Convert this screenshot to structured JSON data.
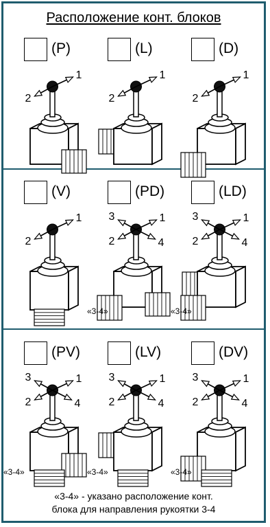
{
  "title": "Расположение конт. блоков",
  "config_label": "«3-4»",
  "footer": {
    "line1": "«3-4» - указано расположение конт.",
    "line2": "блока для направления рукоятки 3-4"
  },
  "rows": [
    {
      "items": [
        {
          "code": "(P)",
          "checked": false,
          "axes": [
            "1",
            "2"
          ],
          "blocks": [
            "right"
          ],
          "note": ""
        },
        {
          "code": "(L)",
          "checked": false,
          "axes": [
            "1",
            "2"
          ],
          "blocks": [
            "left"
          ],
          "note": ""
        },
        {
          "code": "(D)",
          "checked": false,
          "axes": [
            "1",
            "2"
          ],
          "blocks": [
            "front"
          ],
          "note": ""
        }
      ]
    },
    {
      "items": [
        {
          "code": "(V)",
          "checked": false,
          "axes": [
            "1",
            "2"
          ],
          "blocks": [
            "below"
          ],
          "note": ""
        },
        {
          "code": "(PD)",
          "checked": false,
          "axes": [
            "1",
            "2",
            "3",
            "4"
          ],
          "blocks": [
            "front",
            "right"
          ],
          "note": "«3-4»"
        },
        {
          "code": "(LD)",
          "checked": false,
          "axes": [
            "1",
            "2",
            "3",
            "4"
          ],
          "blocks": [
            "left",
            "front"
          ],
          "note": "«3-4»"
        }
      ]
    },
    {
      "items": [
        {
          "code": "(PV)",
          "checked": false,
          "axes": [
            "1",
            "2",
            "3",
            "4"
          ],
          "blocks": [
            "right",
            "below"
          ],
          "note": "«3-4»"
        },
        {
          "code": "(LV)",
          "checked": false,
          "axes": [
            "1",
            "2",
            "3",
            "4"
          ],
          "blocks": [
            "left",
            "below"
          ],
          "note": "«3-4»"
        },
        {
          "code": "(DV)",
          "checked": false,
          "axes": [
            "1",
            "2",
            "3",
            "4"
          ],
          "blocks": [
            "front",
            "below"
          ],
          "note": "«3-4»"
        }
      ]
    }
  ]
}
